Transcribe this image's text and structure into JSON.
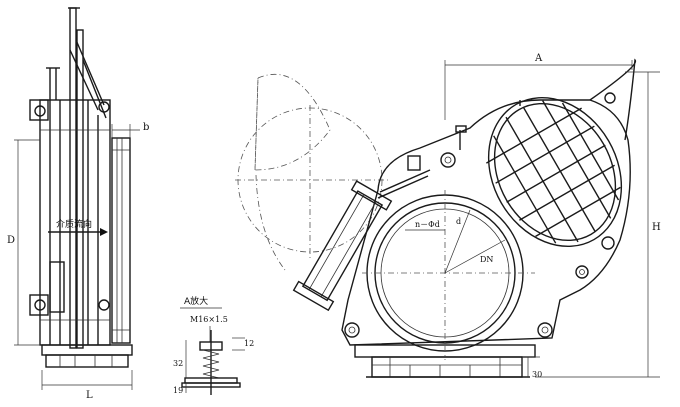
{
  "labels": {
    "A": "A",
    "H": "H",
    "D": "D",
    "L": "L",
    "b": "b",
    "d": "d",
    "n_phi_d": "n－Φd",
    "DN": "DN",
    "flow": "介质流向",
    "detail_title": "A放大",
    "thread": "M16×1.5",
    "dim_12": "12",
    "dim_32": "32",
    "dim_19": "19",
    "dim_30": "30"
  }
}
